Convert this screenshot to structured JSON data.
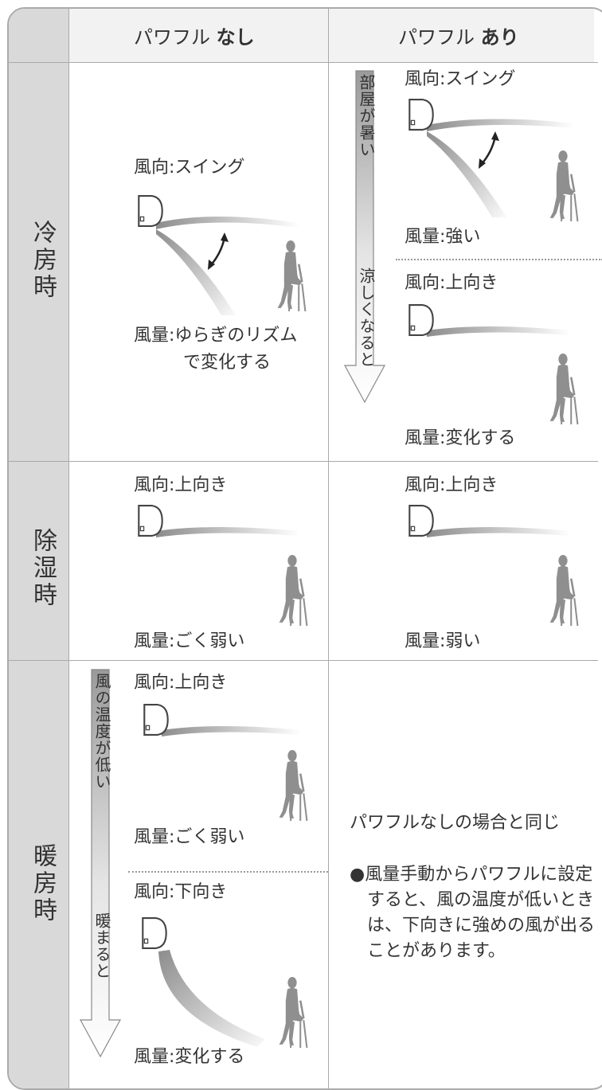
{
  "header": {
    "col_without": {
      "prefix": "パワフル",
      "bold": "なし"
    },
    "col_with": {
      "prefix": "パワフル",
      "bold": "あり"
    }
  },
  "rows": {
    "cooling": "冷房時",
    "dehumidify": "除湿時",
    "heating": "暖房時"
  },
  "cooling": {
    "without": {
      "direction": "風向:スイング",
      "volume_line1": "風量:ゆらぎのリズム",
      "volume_line2": "で変化する"
    },
    "with_arrow_top": "部屋が暑い",
    "with_arrow_bottom": "涼しくなると",
    "with_hot": {
      "direction": "風向:スイング",
      "volume": "風量:強い"
    },
    "with_cool": {
      "direction": "風向:上向き",
      "volume": "風量:変化する"
    }
  },
  "dehumidify": {
    "without": {
      "direction": "風向:上向き",
      "volume": "風量:ごく弱い"
    },
    "with": {
      "direction": "風向:上向き",
      "volume": "風量:弱い"
    }
  },
  "heating": {
    "arrow_top": "風の温度が低い",
    "arrow_bottom": "暖まると",
    "without_low": {
      "direction": "風向:上向き",
      "volume": "風量:ごく弱い"
    },
    "without_warm": {
      "direction": "風向:下向き",
      "volume": "風量:変化する"
    },
    "with_same": "パワフルなしの場合と同じ",
    "with_note": "●風量手動からパワフルに設定すると、風の温度が低いときは、下向きに強めの風が出ることがあります。"
  }
}
